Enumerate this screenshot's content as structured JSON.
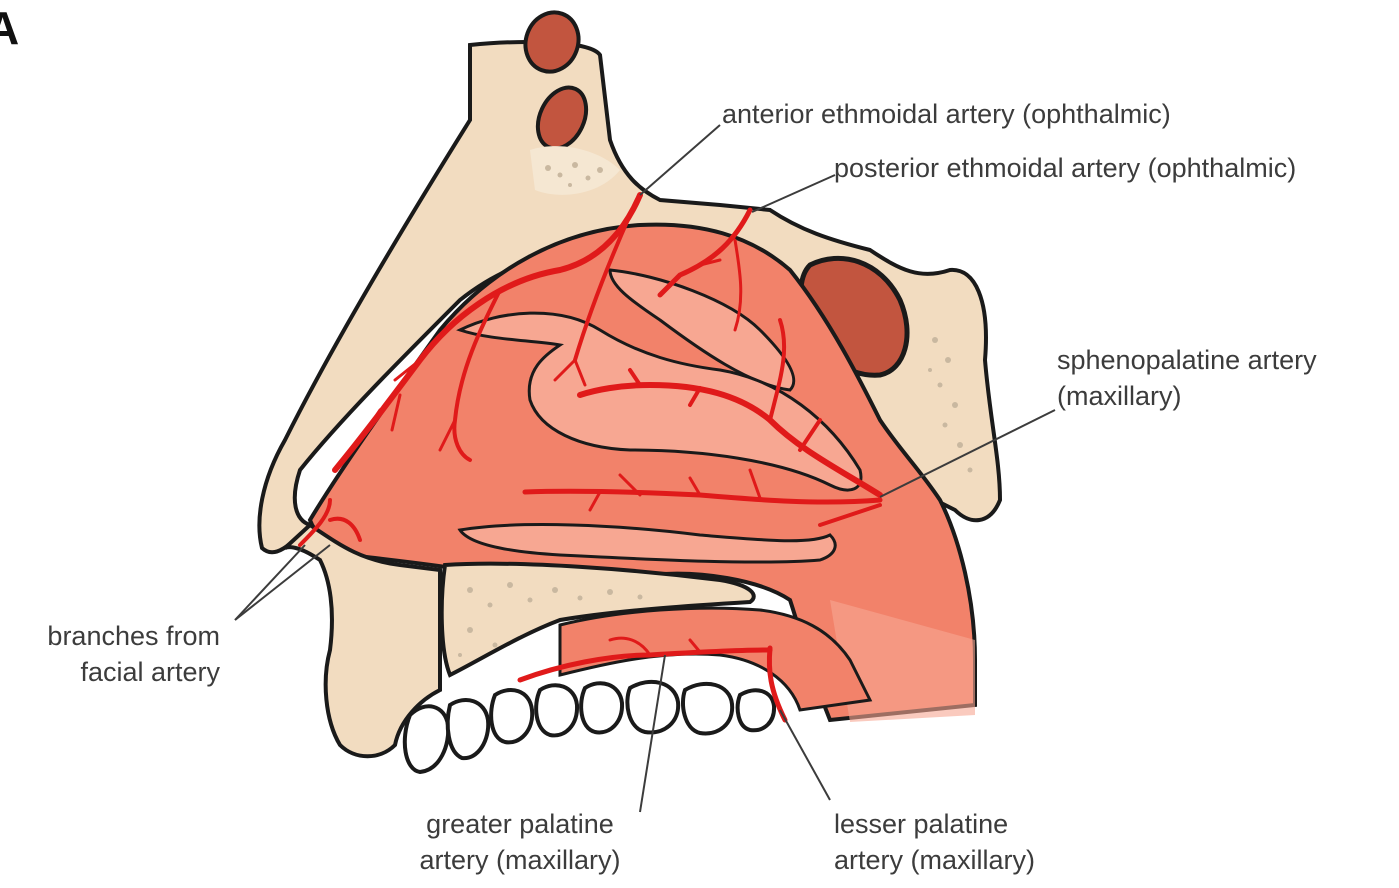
{
  "panel_letter": "A",
  "labels": {
    "anterior_ethmoidal": "anterior ethmoidal artery (ophthalmic)",
    "posterior_ethmoidal": "posterior ethmoidal artery (ophthalmic)",
    "sphenopalatine": [
      "sphenopalatine artery",
      "(maxillary)"
    ],
    "facial": [
      "branches from",
      "facial artery"
    ],
    "greater_palatine": [
      "greater palatine",
      "artery (maxillary)"
    ],
    "lesser_palatine": [
      "lesser palatine",
      "artery (maxillary)"
    ]
  },
  "colors": {
    "bone": "#f2dcc0",
    "bone_speckle": "#c9b8a0",
    "mucosa": "#f2826a",
    "mucosa_light": "#f7a792",
    "artery": "#e01a1a",
    "sinus": "#c2553f",
    "outline": "#1a1a1a",
    "label_text": "#3c3c3c"
  }
}
